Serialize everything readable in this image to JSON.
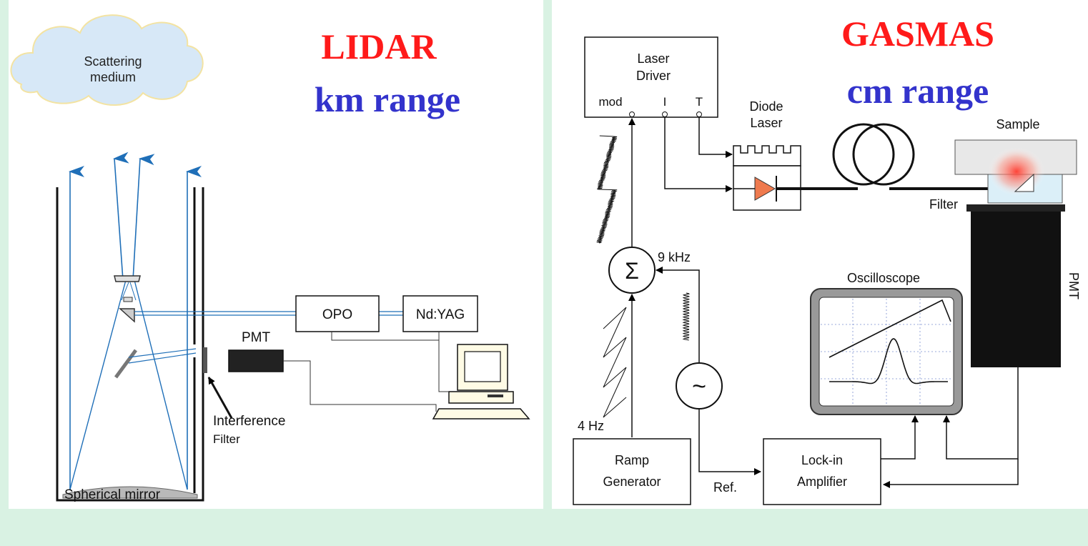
{
  "titles": {
    "lidar": "LIDAR",
    "lidar_range": "km range",
    "gasmas": "GASMAS",
    "gasmas_range": "cm range"
  },
  "lidar": {
    "cloud_line1": "Scattering",
    "cloud_line2": "medium",
    "opo": "OPO",
    "ndyag": "Nd:YAG",
    "pmt": "PMT",
    "interference_line1": "Interference",
    "interference_line2": "Filter",
    "mirror": "Spherical mirror"
  },
  "gasmas": {
    "laser_driver_line1": "Laser",
    "laser_driver_line2": "Driver",
    "port_mod": "mod",
    "port_i": "I",
    "port_t": "T",
    "diode_line1": "Diode",
    "diode_line2": "Laser",
    "sample": "Sample",
    "filter": "Filter",
    "pmt": "PMT",
    "freq_9k": "9 kHz",
    "sigma": "Σ",
    "oscilloscope": "Oscilloscope",
    "freq_4": "4 Hz",
    "ramp_line1": "Ramp",
    "ramp_line2": "Generator",
    "ref": "Ref.",
    "lockin_line1": "Lock-in",
    "lockin_line2": "Amplifier"
  },
  "colors": {
    "page_bg": "#d9f2e3",
    "title_red": "#ff1a1a",
    "title_blue": "#3333cc",
    "beam_blue": "#1f6fb8",
    "cloud_fill": "#d7e8f7",
    "cloud_stroke": "#f3e3a2",
    "diode_orange": "#ef7a4e"
  }
}
